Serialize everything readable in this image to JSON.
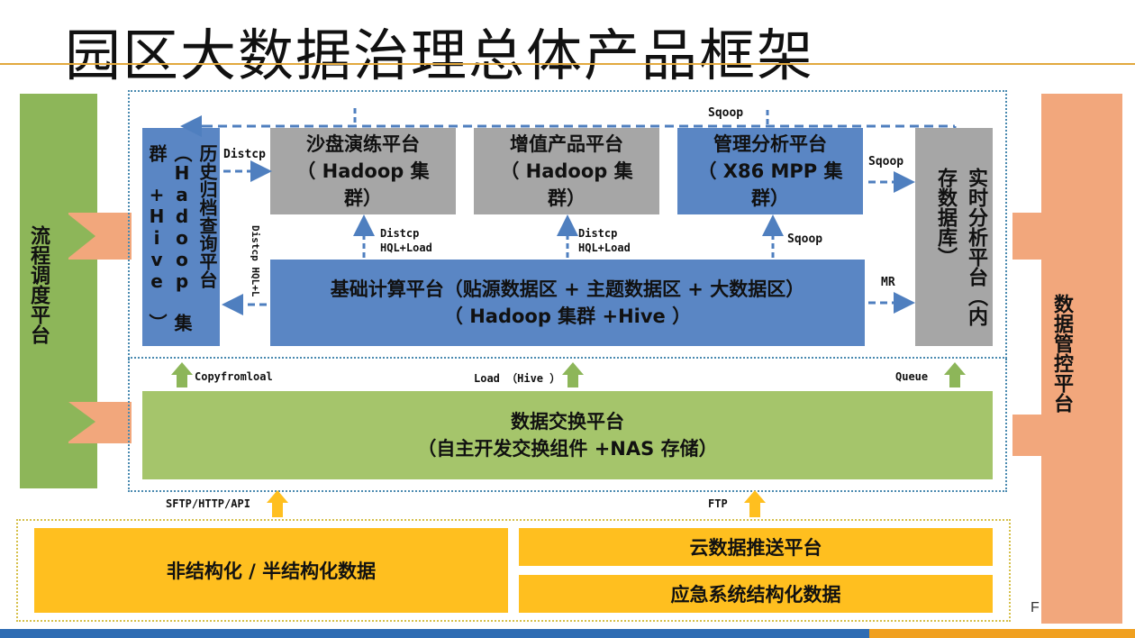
{
  "title": "园区大数据治理总体产品框架",
  "side": {
    "left_label": "流程调度平台",
    "right_label": "数据管控平台"
  },
  "blocks": {
    "archive": "历史归档查询平台（Hadoop 集群 +Hive ）",
    "sandbox": [
      "沙盘演练平台",
      "（ Hadoop 集",
      "群）"
    ],
    "valueadd": [
      "增值产品平台",
      "（  Hadoop 集",
      "群）"
    ],
    "mgmt": [
      "管理分析平台",
      "（ X86 MPP  集",
      "群）"
    ],
    "realtime": "实时分析平台（内存数据库）",
    "base": [
      "基础计算平台（贴源数据区 + 主题数据区 + 大数据区）",
      "（ Hadoop 集群 +Hive ）"
    ],
    "exchange": [
      "数据交换平台",
      "（自主开发交换组件 +NAS 存储）"
    ],
    "unstructured": "非结构化 / 半结构化数据",
    "cloud": "云数据推送平台",
    "emergency": "应急系统结构化数据"
  },
  "labels": {
    "sqoop_top": "Sqoop",
    "distcp_left": "Distcp",
    "sqoop_right": "Sqoop",
    "distcp_hql_v": "Distcp HQL+Load",
    "distcp_hql_1a": "Distcp",
    "distcp_hql_1b": "HQL+Load",
    "distcp_hql_2a": "Distcp",
    "distcp_hql_2b": "HQL+Load",
    "sqoop_mid": "Sqoop",
    "mr": "MR",
    "copyfrom": "Copyfromloal",
    "load_hive": "Load （Hive ）",
    "queue": "Queue",
    "sftp": "SFTP/HTTP/API",
    "ftp": "FTP",
    "page_marker": "F"
  },
  "colors": {
    "green": "#8db659",
    "blue": "#5a86c4",
    "gray": "#a6a6a6",
    "yellow": "#ffbf1f",
    "orange": "#f2a77c"
  }
}
